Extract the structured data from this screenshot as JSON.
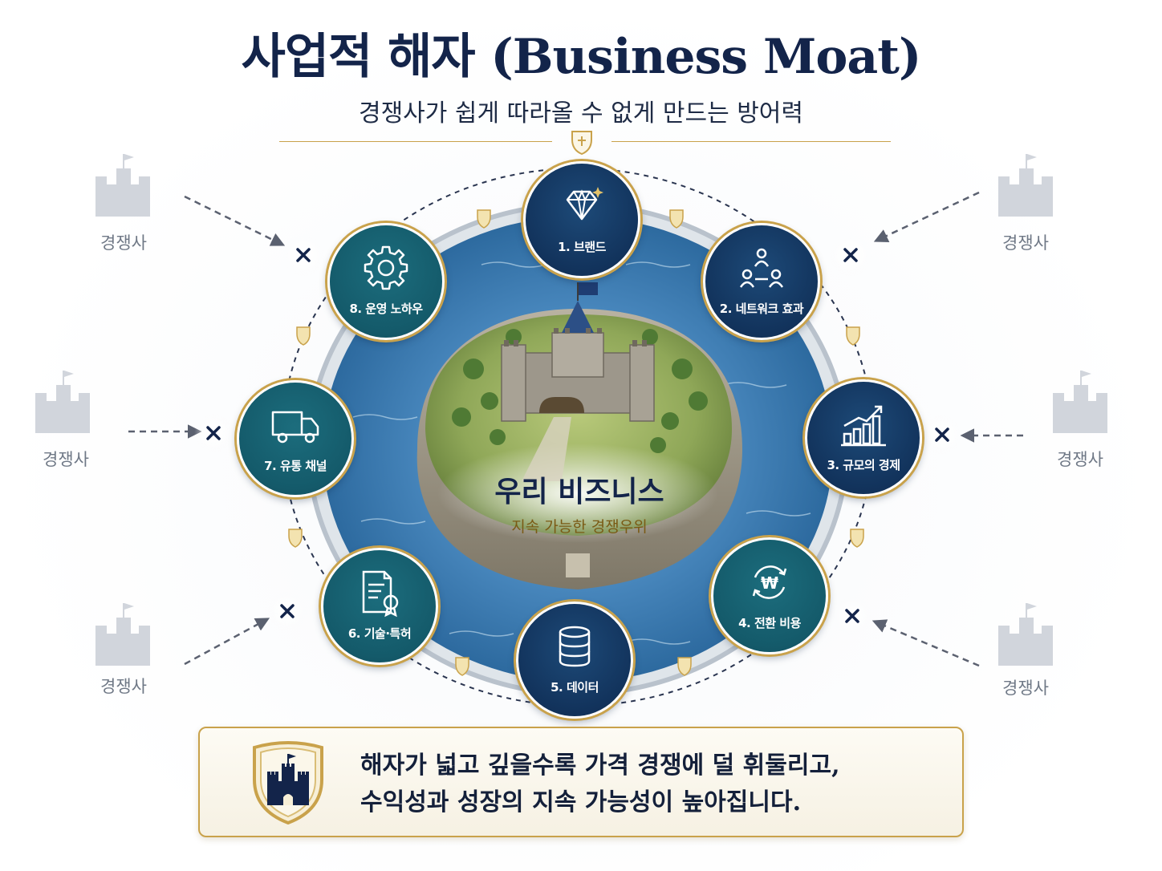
{
  "header": {
    "title": "사업적 해자 (Business Moat)",
    "subtitle": "경쟁사가 쉽게 따라올 수 없게 만드는 방어력"
  },
  "center": {
    "title": "우리 비즈니스",
    "subtitle": "지속 가능한 경쟁우위"
  },
  "moats": [
    {
      "label": "1. 브랜드",
      "icon": "diamond-icon"
    },
    {
      "label": "2. 네트워크 효과",
      "icon": "network-icon"
    },
    {
      "label": "3. 규모의 경제",
      "icon": "growth-chart-icon"
    },
    {
      "label": "4. 전환 비용",
      "icon": "won-cycle-icon"
    },
    {
      "label": "5. 데이터",
      "icon": "database-icon"
    },
    {
      "label": "6. 기술·특허",
      "icon": "patent-document-icon"
    },
    {
      "label": "7. 유통 채널",
      "icon": "truck-icon"
    },
    {
      "label": "8. 운영 노하우",
      "icon": "gear-icon"
    }
  ],
  "competitors": [
    {
      "label": "경쟁사"
    },
    {
      "label": "경쟁사"
    },
    {
      "label": "경쟁사"
    },
    {
      "label": "경쟁사"
    },
    {
      "label": "경쟁사"
    },
    {
      "label": "경쟁사"
    }
  ],
  "banner": {
    "line1": "해자가 넓고 깊을수록 가격 경쟁에 덜 휘둘리고,",
    "line2": "수익성과 성장의 지속 가능성이 높아집니다."
  },
  "colors": {
    "navy": "#12335c",
    "teal": "#145a6a",
    "gold": "#c9a24b",
    "water": "#3f7fb3"
  }
}
